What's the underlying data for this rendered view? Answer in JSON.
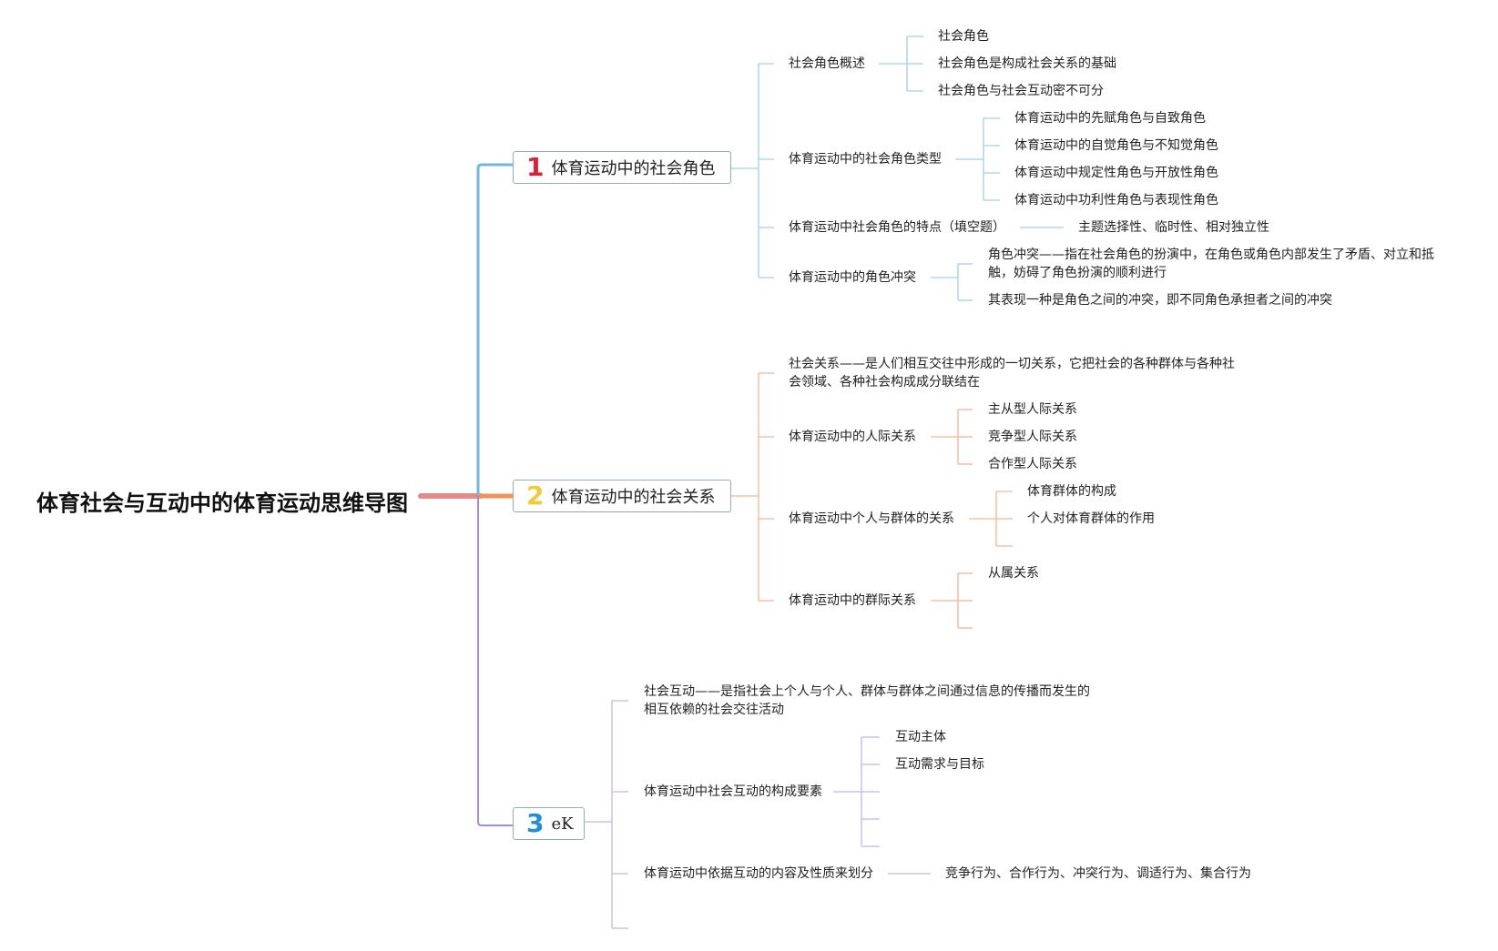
{
  "title": "体育社会与互动中的体育运动思维导图",
  "colors": {
    "branch1": "#6cb8e0",
    "branch2": "#f0925a",
    "branch3": "#a98ad8",
    "root_connector": "#e38a8a"
  },
  "branches": [
    {
      "number": "1",
      "label": "体育运动中的社会角色",
      "children": [
        {
          "label": "社会角色概述",
          "children": [
            "社会角色",
            "社会角色是构成社会关系的基础",
            "社会角色与社会互动密不可分"
          ]
        },
        {
          "label": "体育运动中的社会角色类型",
          "children": [
            "体育运动中的先赋角色与自致角色",
            "体育运动中的自觉角色与不知觉角色",
            "体育运动中规定性角色与开放性角色",
            "体育运动中功利性角色与表现性角色"
          ]
        },
        {
          "label": "体育运动中社会角色的特点（填空题）",
          "children": [
            "主题选择性、临时性、相对独立性"
          ]
        },
        {
          "label": "体育运动中的角色冲突",
          "children": [
            "角色冲突——指在社会角色的扮演中，在角色或角色内部发生了矛盾、对立和抵触，妨碍了角色扮演的顺利进行",
            "其表现一种是角色之间的冲突，即不同角色承担者之间的冲突"
          ]
        }
      ]
    },
    {
      "number": "2",
      "label": "体育运动中的社会关系",
      "children": [
        {
          "label": "社会关系——是人们相互交往中形成的一切关系，它把社会的各种群体与各种社会领域、各种社会构成成分联结在",
          "children": []
        },
        {
          "label": "体育运动中的人际关系",
          "children": [
            "主从型人际关系",
            "竞争型人际关系",
            "合作型人际关系"
          ]
        },
        {
          "label": "体育运动中个人与群体的关系",
          "children": [
            "体育群体的构成",
            "个人对体育群体的作用"
          ]
        },
        {
          "label": "体育运动中的群际关系",
          "children": [
            "从属关系"
          ]
        }
      ]
    },
    {
      "number": "3",
      "label": "eK",
      "children": [
        {
          "label": "社会互动——是指社会上个人与个人、群体与群体之间通过信息的传播而发生的相互依赖的社会交往活动",
          "children": []
        },
        {
          "label": "体育运动中社会互动的构成要素",
          "children": [
            "互动主体",
            "互动需求与目标"
          ]
        },
        {
          "label": "体育运动中依据互动的内容及性质来划分",
          "children": [
            "竞争行为、合作行为、冲突行为、调适行为、集合行为"
          ]
        }
      ]
    }
  ]
}
